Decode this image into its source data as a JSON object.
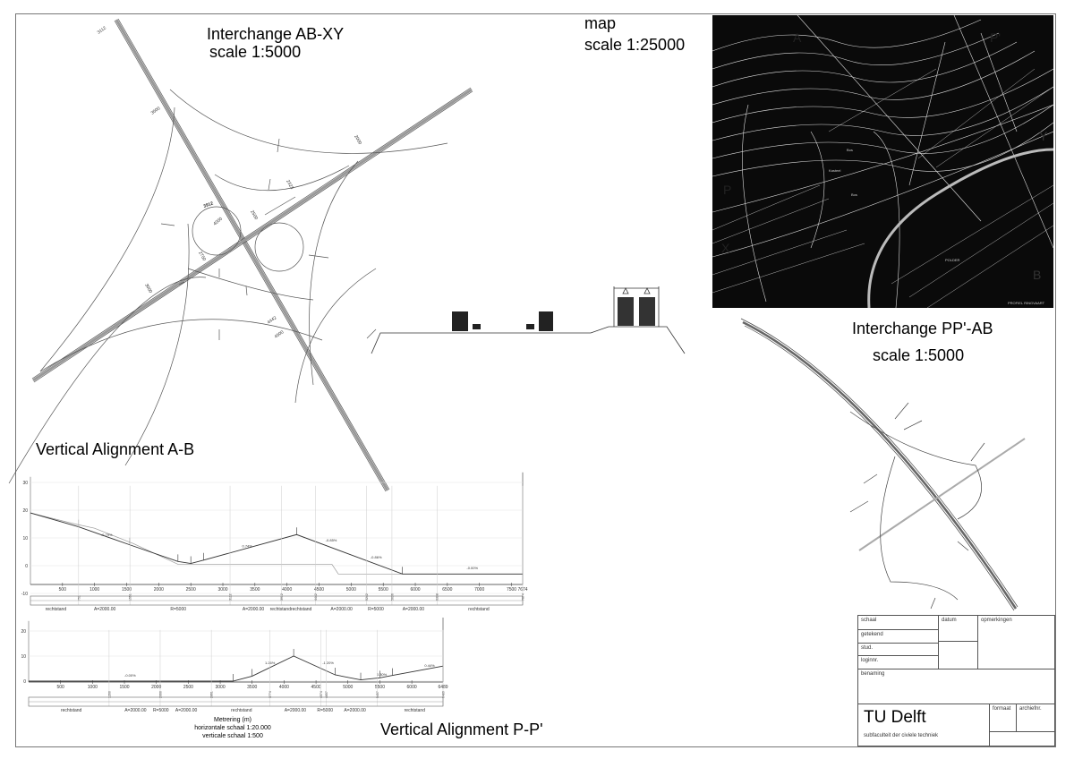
{
  "sheet": {
    "interchange_abxy": {
      "title": "Interchange AB-XY",
      "scale": "scale 1:5000",
      "labels": [
        "3112",
        "3500",
        "2000",
        "2323",
        "3912",
        "4000",
        "2500",
        "2750",
        "3000",
        "4442",
        "4500"
      ]
    },
    "map": {
      "title": "map",
      "scale": "scale 1:25000",
      "letters": [
        "A",
        "P'",
        "Y",
        "P",
        "X",
        "B"
      ],
      "labels": [
        "POLDER",
        "Bos",
        "Kasteel",
        "Bos",
        "PROFIEL RINGVAART"
      ]
    },
    "interchange_ppab": {
      "title": "Interchange PP'-AB",
      "scale": "scale 1:5000"
    },
    "profile_ab": {
      "title": "Vertical Alignment A-B",
      "yticks": [
        30,
        20,
        10,
        0,
        -10
      ],
      "xticks": [
        500,
        1000,
        1500,
        2000,
        2500,
        3000,
        3500,
        4000,
        4500,
        5000,
        5500,
        6000,
        6500,
        7000,
        7500
      ],
      "xmax_label": "7674",
      "ylim": [
        -10,
        32
      ],
      "xlim": [
        0,
        7674
      ],
      "points": [
        [
          0,
          19
        ],
        [
          750,
          14
        ],
        [
          1550,
          7.5
        ],
        [
          2300,
          1.5
        ],
        [
          2500,
          0.8
        ],
        [
          2700,
          2
        ],
        [
          4150,
          11.2
        ],
        [
          5800,
          -3
        ],
        [
          7674,
          -3
        ]
      ],
      "ground": [
        [
          0,
          19
        ],
        [
          700,
          15
        ],
        [
          1000,
          13.5
        ],
        [
          1600,
          8
        ],
        [
          2300,
          0.5
        ],
        [
          4700,
          0.5
        ],
        [
          4800,
          -3
        ],
        [
          7674,
          -3
        ]
      ],
      "stations": [
        "751",
        "1551",
        "3112",
        "3912",
        "4442",
        "5242",
        "5636",
        "6338",
        "7674"
      ],
      "grades": [
        {
          "at": 1100,
          "h": 10,
          "text": "-0.79%"
        },
        {
          "at": 3300,
          "h": 6,
          "text": "0.74%"
        },
        {
          "at": 4600,
          "h": 8,
          "text": "-0.85%"
        },
        {
          "at": 5300,
          "h": 2,
          "text": "-0.86%"
        },
        {
          "at": 6800,
          "h": -2,
          "text": "-0.00%"
        }
      ],
      "band": [
        {
          "at": 397,
          "text": "rechtstand"
        },
        {
          "at": 1160,
          "text": "A=2000.00"
        },
        {
          "at": 2305,
          "text": "R=5000"
        },
        {
          "at": 3475,
          "text": "A=2000.00"
        },
        {
          "at": 4060,
          "text": "rechtstandrechtstand"
        },
        {
          "at": 4850,
          "text": "A=2000.00"
        },
        {
          "at": 5385,
          "text": "R=5000"
        },
        {
          "at": 5970,
          "text": "A=2000.00"
        },
        {
          "at": 6990,
          "text": "rechtstand"
        }
      ]
    },
    "profile_pp": {
      "title": "Vertical Alignment P-P'",
      "yticks": [
        20,
        10,
        0
      ],
      "xticks": [
        500,
        1000,
        1500,
        2000,
        2500,
        3000,
        3500,
        4000,
        4500,
        5000,
        5500,
        6000
      ],
      "xmax_label": "6489",
      "ylim": [
        -1,
        24
      ],
      "xlim": [
        0,
        6489
      ],
      "points": [
        [
          0,
          0
        ],
        [
          3200,
          0
        ],
        [
          3500,
          2
        ],
        [
          4150,
          10
        ],
        [
          4800,
          2.5
        ],
        [
          5200,
          0.5
        ],
        [
          5500,
          1.3
        ],
        [
          5700,
          2.3
        ],
        [
          6489,
          6
        ]
      ],
      "stations": [
        "1260",
        "2060",
        "2861",
        "3774",
        "4574",
        "4657",
        "5457",
        "6489"
      ],
      "grades": [
        {
          "at": 1500,
          "h": 1,
          "text": "-0.00%"
        },
        {
          "at": 3700,
          "h": 6,
          "text": "1.26%"
        },
        {
          "at": 4600,
          "h": 6,
          "text": "-1.20%"
        },
        {
          "at": 5450,
          "h": 1.5,
          "text": "0.30%"
        },
        {
          "at": 6200,
          "h": 5,
          "text": "0.44%"
        }
      ],
      "band": [
        {
          "at": 668,
          "text": "rechtstand"
        },
        {
          "at": 1673,
          "text": "A=2000.00"
        },
        {
          "at": 2071,
          "text": "R=5000"
        },
        {
          "at": 2468,
          "text": "A=2000.00"
        },
        {
          "at": 3333,
          "text": "rechtstand"
        },
        {
          "at": 4175,
          "text": "A=2000.00"
        },
        {
          "at": 4642,
          "text": "R=5000"
        },
        {
          "at": 5110,
          "text": "A=2000.00"
        },
        {
          "at": 6045,
          "text": "rechtstand"
        }
      ],
      "notes": [
        "Metrering (m)",
        "horizontale schaal 1:20.000",
        "verticale schaal 1:500"
      ]
    },
    "title_block": {
      "schaal": "schaal",
      "datum": "datum",
      "opmerkingen": "opmerkingen",
      "getekend": "getekend",
      "stud": "stud.",
      "loginnr": "loginnr.",
      "benaming": "benaming",
      "formaat": "formaat",
      "archiefnr": "archiefnr.",
      "org": "TU Delft",
      "faculty": "subfaculteit der civiele techniek"
    }
  }
}
